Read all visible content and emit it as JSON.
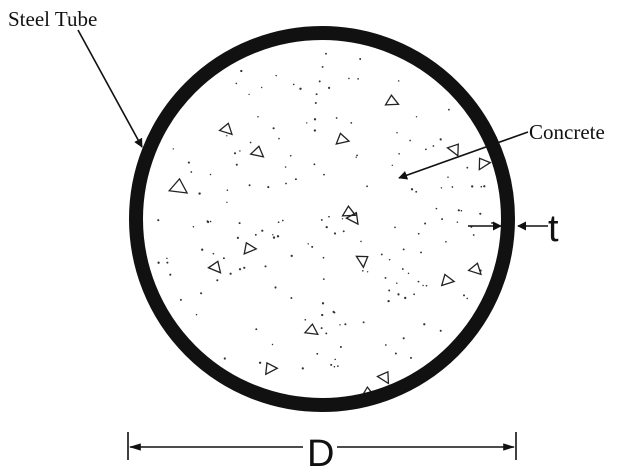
{
  "labels": {
    "steel_tube": "Steel Tube",
    "concrete": "Concrete",
    "thickness": "t",
    "diameter": "D"
  },
  "colors": {
    "line": "#111111",
    "background": "#ffffff"
  },
  "figure": {
    "subject": "circular steel tube filled with concrete",
    "dimensions": [
      "diameter",
      "wall thickness"
    ]
  }
}
